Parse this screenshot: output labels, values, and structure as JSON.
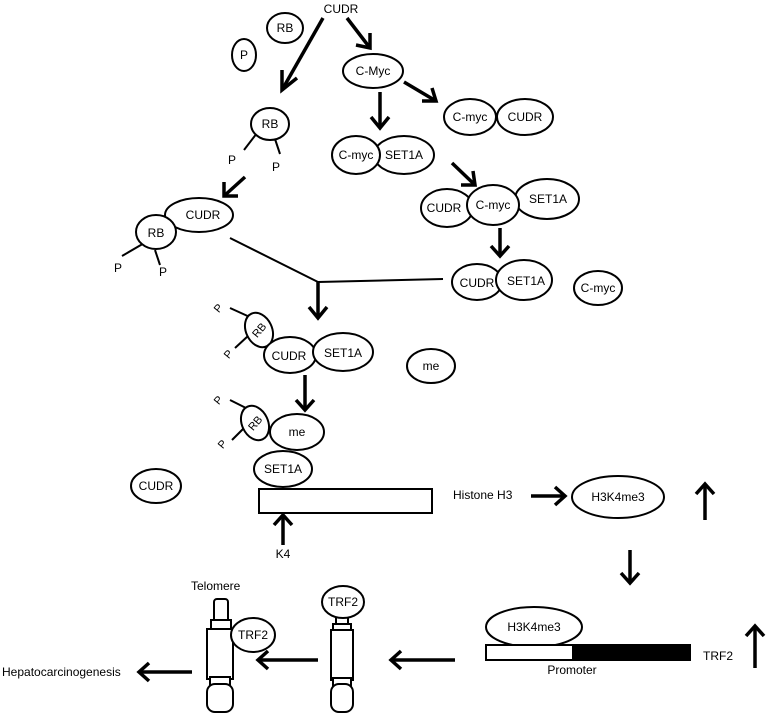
{
  "labels": {
    "cudr_top": "CUDR",
    "rb_free": "RB",
    "p_free": "P",
    "cmyc_top": "C-Myc",
    "cmyc_a": "C-myc",
    "cudr_a": "CUDR",
    "cmyc_b": "C-myc",
    "set1a_b": "SET1A",
    "rb_phos": "RB",
    "p1": "P",
    "p2": "P",
    "cudr_c": "CUDR",
    "rb_c": "RB",
    "p3": "P",
    "p4": "P",
    "cudr_d": "CUDR",
    "cmyc_d": "C-myc",
    "set1a_d": "SET1A",
    "cudr_e": "CUDR",
    "set1a_e": "SET1A",
    "cmyc_free": "C-myc",
    "rb_f": "RB",
    "p5": "P",
    "p6": "P",
    "cudr_f": "CUDR",
    "set1a_f": "SET1A",
    "me_free": "me",
    "rb_g": "RB",
    "p7": "P",
    "p8": "P",
    "me_g": "me",
    "set1a_g": "SET1A",
    "cudr_free": "CUDR",
    "k4": "K4",
    "histone_h3": "Histone H3",
    "h3k4me3_a": "H3K4me3",
    "h3k4me3_b": "H3K4me3",
    "promoter": "Promoter",
    "trf2_gene": "TRF2",
    "trf2_mid": "TRF2",
    "trf2_telo": "TRF2",
    "telomere": "Telomere",
    "hepatocarcinogenesis": "Hepatocarcinogenesis"
  }
}
